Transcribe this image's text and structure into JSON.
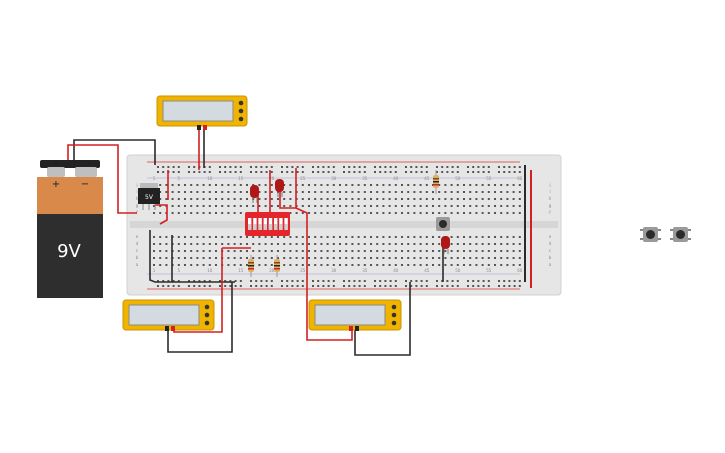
{
  "battery": {
    "label": "9V",
    "plus": "+",
    "minus": "−"
  },
  "regulator": {
    "label": "5V"
  },
  "breadboard": {
    "column_numbers": [
      "1",
      "5",
      "10",
      "15",
      "20",
      "25",
      "30",
      "35",
      "40",
      "45",
      "50",
      "55",
      "60"
    ],
    "row_letters_top": [
      "j",
      "i",
      "h",
      "g",
      "f"
    ],
    "row_letters_bottom": [
      "e",
      "d",
      "c",
      "b",
      "a"
    ]
  },
  "multimeters": [
    {
      "id": "top",
      "display": ""
    },
    {
      "id": "bottom-left",
      "display": ""
    },
    {
      "id": "bottom-right",
      "display": ""
    }
  ],
  "dip_switch": {
    "positions": 8
  },
  "pushbuttons_offboard": 2,
  "colors": {
    "breadboard": "#e6e6e6",
    "wire_red": "#d32020",
    "wire_black": "#2b2b2b",
    "multimeter": "#f0b400",
    "battery_top": "#d9894a",
    "battery_body": "#2e2e2e",
    "led": "#b01818",
    "dip_switch": "#e3262c"
  }
}
